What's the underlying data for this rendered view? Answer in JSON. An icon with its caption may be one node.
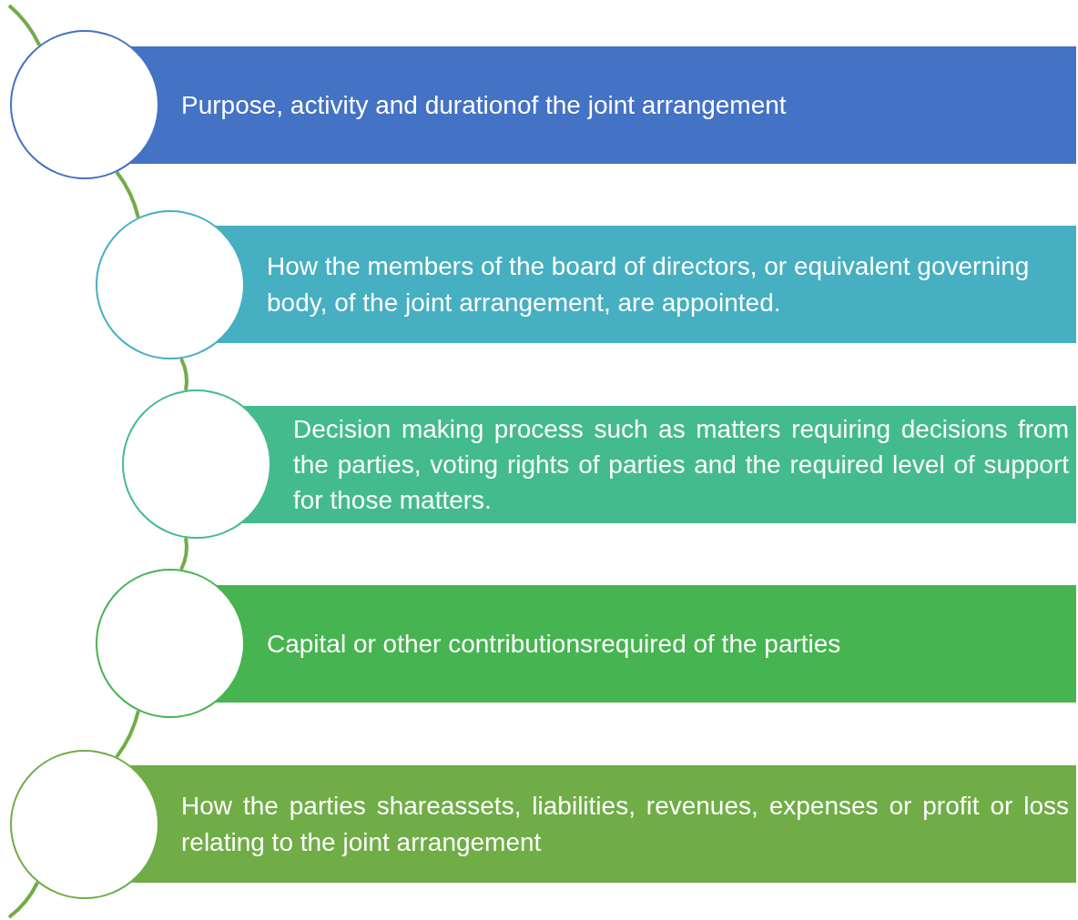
{
  "diagram": {
    "nodes": [
      {
        "text": [],
        "shape": "circle"
      },
      {
        "text": [
          "Purpose, activity and durationof the joint arrangement"
        ]
      },
      {
        "text": [],
        "shape": "circle"
      },
      {
        "text": [
          "How the members of the board of directors, or equivalent governing body, of the joint arrangement, are appointed."
        ]
      },
      {
        "text": [],
        "shape": "circle"
      },
      {
        "text": [
          "Decision making process such as matters requiring decisions from the parties, voting rights of parties and the required level of support for those matters."
        ]
      },
      {
        "text": [],
        "shape": "circle"
      },
      {
        "text": [
          "Capital or other contributionsrequired of the parties"
        ]
      },
      {
        "text": [],
        "shape": "circle"
      },
      {
        "text": [
          "How the parties shareassets, liabilities, revenues, expenses or profit or loss relating to the joint arrangement"
        ]
      }
    ],
    "edges": [
      {
        "from": null,
        "to": 0,
        "arrow": "none"
      },
      {
        "from": 0,
        "to": 2,
        "arrow": "none"
      },
      {
        "from": 2,
        "to": 4,
        "arrow": "none"
      },
      {
        "from": 4,
        "to": 6,
        "arrow": "none"
      },
      {
        "from": 6,
        "to": 8,
        "arrow": "none"
      },
      {
        "from": 8,
        "to": null,
        "arrow": "none"
      }
    ]
  }
}
